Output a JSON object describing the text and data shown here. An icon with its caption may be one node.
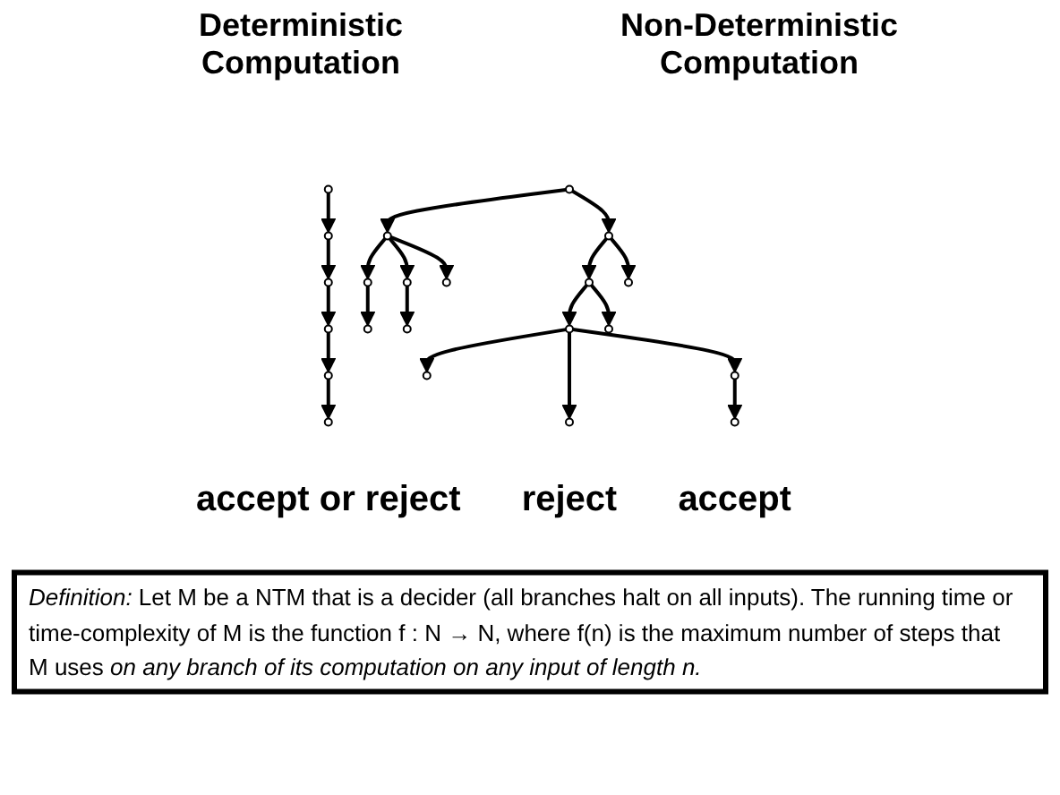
{
  "diagram": {
    "nodes": [
      {
        "text": [],
        "shape": "circle"
      },
      {
        "text": [],
        "shape": "circle"
      },
      {
        "text": [],
        "shape": "circle"
      },
      {
        "text": [],
        "shape": "circle"
      },
      {
        "text": [],
        "shape": "circle"
      },
      {
        "text": [],
        "shape": "circle",
        "beside": [
          "accept or reject"
        ]
      },
      {
        "text": [],
        "shape": "circle"
      },
      {
        "text": [],
        "shape": "circle"
      },
      {
        "text": [],
        "shape": "circle"
      },
      {
        "text": [],
        "shape": "circle"
      },
      {
        "text": [],
        "shape": "circle"
      },
      {
        "text": [],
        "shape": "circle"
      },
      {
        "text": [],
        "shape": "circle"
      },
      {
        "text": [],
        "shape": "circle"
      },
      {
        "text": [],
        "shape": "circle"
      },
      {
        "text": [],
        "shape": "circle"
      },
      {
        "text": [],
        "shape": "circle"
      },
      {
        "text": [],
        "shape": "circle"
      },
      {
        "text": [],
        "shape": "circle"
      },
      {
        "text": [],
        "shape": "circle"
      },
      {
        "text": [],
        "shape": "circle",
        "beside": [
          "reject"
        ]
      },
      {
        "text": [],
        "shape": "circle",
        "beside": [
          "accept"
        ]
      },
      {
        "text": [
          "*Definition:* Let M be a NTM that is a decider (all branches halt on all inputs). The running time or time-complexity of M is the function f : N → N, where f(n) is the maximum number of steps that M uses *on any branch of its computation on any input of length n.*"
        ]
      }
    ],
    "edges": [
      {
        "from": 0,
        "to": 1,
        "arrow": "to"
      },
      {
        "from": 1,
        "to": 2,
        "arrow": "to"
      },
      {
        "from": 2,
        "to": 3,
        "arrow": "to"
      },
      {
        "from": 3,
        "to": 4,
        "arrow": "to"
      },
      {
        "from": 4,
        "to": 5,
        "arrow": "to"
      },
      {
        "from": 6,
        "to": 7,
        "arrow": "to"
      },
      {
        "from": 6,
        "to": 8,
        "arrow": "to"
      },
      {
        "from": 7,
        "to": 9,
        "arrow": "to"
      },
      {
        "from": 7,
        "to": 10,
        "arrow": "to"
      },
      {
        "from": 7,
        "to": 11,
        "arrow": "to"
      },
      {
        "from": 8,
        "to": 12,
        "arrow": "to"
      },
      {
        "from": 8,
        "to": 13,
        "arrow": "to"
      },
      {
        "from": 9,
        "to": 14,
        "arrow": "to"
      },
      {
        "from": 10,
        "to": 15,
        "arrow": "to"
      },
      {
        "from": 12,
        "to": 16,
        "arrow": "to"
      },
      {
        "from": 12,
        "to": 17,
        "arrow": "to"
      },
      {
        "from": 16,
        "to": 18,
        "arrow": "to"
      },
      {
        "from": 16,
        "to": 19,
        "arrow": "to"
      },
      {
        "from": 16,
        "to": 20,
        "arrow": "to"
      },
      {
        "from": 19,
        "to": 21,
        "arrow": "to"
      }
    ],
    "labels": [
      "Deterministic Computation",
      "Non-Deterministic Computation"
    ]
  }
}
